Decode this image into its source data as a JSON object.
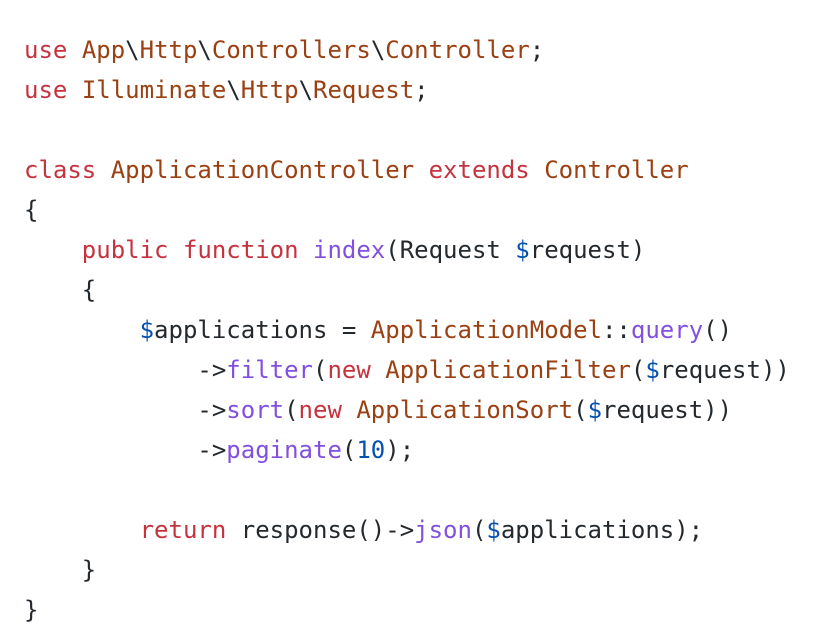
{
  "editor": {
    "language": "php",
    "background": "#ffffff",
    "palette": {
      "plain": "#24292e",
      "keyword": "#c5333f",
      "type": "#9a4012",
      "function": "#8250df",
      "constant": "#0550ae"
    },
    "code_lines": [
      {
        "tokens": [
          [
            "keyword",
            "use"
          ],
          [
            "plain",
            " "
          ],
          [
            "type",
            "App"
          ],
          [
            "plain",
            "\\"
          ],
          [
            "type",
            "Http"
          ],
          [
            "plain",
            "\\"
          ],
          [
            "type",
            "Controllers"
          ],
          [
            "plain",
            "\\"
          ],
          [
            "type",
            "Controller"
          ],
          [
            "plain",
            ";"
          ]
        ]
      },
      {
        "tokens": [
          [
            "keyword",
            "use"
          ],
          [
            "plain",
            " "
          ],
          [
            "type",
            "Illuminate"
          ],
          [
            "plain",
            "\\"
          ],
          [
            "type",
            "Http"
          ],
          [
            "plain",
            "\\"
          ],
          [
            "type",
            "Request"
          ],
          [
            "plain",
            ";"
          ]
        ]
      },
      {
        "tokens": []
      },
      {
        "tokens": [
          [
            "keyword",
            "class"
          ],
          [
            "plain",
            " "
          ],
          [
            "type",
            "ApplicationController"
          ],
          [
            "plain",
            " "
          ],
          [
            "keyword",
            "extends"
          ],
          [
            "plain",
            " "
          ],
          [
            "type",
            "Controller"
          ]
        ]
      },
      {
        "tokens": [
          [
            "plain",
            "{"
          ]
        ]
      },
      {
        "tokens": [
          [
            "plain",
            "    "
          ],
          [
            "keyword",
            "public"
          ],
          [
            "plain",
            " "
          ],
          [
            "keyword",
            "function"
          ],
          [
            "plain",
            " "
          ],
          [
            "function",
            "index"
          ],
          [
            "plain",
            "(Request "
          ],
          [
            "constant",
            "$"
          ],
          [
            "plain",
            "request)"
          ]
        ]
      },
      {
        "tokens": [
          [
            "plain",
            "    {"
          ]
        ]
      },
      {
        "tokens": [
          [
            "plain",
            "        "
          ],
          [
            "constant",
            "$"
          ],
          [
            "plain",
            "applications = "
          ],
          [
            "type",
            "ApplicationModel"
          ],
          [
            "plain",
            "::"
          ],
          [
            "function",
            "query"
          ],
          [
            "plain",
            "()"
          ]
        ]
      },
      {
        "tokens": [
          [
            "plain",
            "            ->"
          ],
          [
            "function",
            "filter"
          ],
          [
            "plain",
            "("
          ],
          [
            "keyword",
            "new"
          ],
          [
            "plain",
            " "
          ],
          [
            "type",
            "ApplicationFilter"
          ],
          [
            "plain",
            "("
          ],
          [
            "constant",
            "$"
          ],
          [
            "plain",
            "request))"
          ]
        ]
      },
      {
        "tokens": [
          [
            "plain",
            "            ->"
          ],
          [
            "function",
            "sort"
          ],
          [
            "plain",
            "("
          ],
          [
            "keyword",
            "new"
          ],
          [
            "plain",
            " "
          ],
          [
            "type",
            "ApplicationSort"
          ],
          [
            "plain",
            "("
          ],
          [
            "constant",
            "$"
          ],
          [
            "plain",
            "request))"
          ]
        ]
      },
      {
        "tokens": [
          [
            "plain",
            "            ->"
          ],
          [
            "function",
            "paginate"
          ],
          [
            "plain",
            "("
          ],
          [
            "constant",
            "10"
          ],
          [
            "plain",
            ");"
          ]
        ]
      },
      {
        "tokens": []
      },
      {
        "tokens": [
          [
            "plain",
            "        "
          ],
          [
            "keyword",
            "return"
          ],
          [
            "plain",
            " response()->"
          ],
          [
            "function",
            "json"
          ],
          [
            "plain",
            "("
          ],
          [
            "constant",
            "$"
          ],
          [
            "plain",
            "applications);"
          ]
        ]
      },
      {
        "tokens": [
          [
            "plain",
            "    }"
          ]
        ]
      },
      {
        "tokens": [
          [
            "plain",
            "}"
          ]
        ]
      }
    ]
  }
}
